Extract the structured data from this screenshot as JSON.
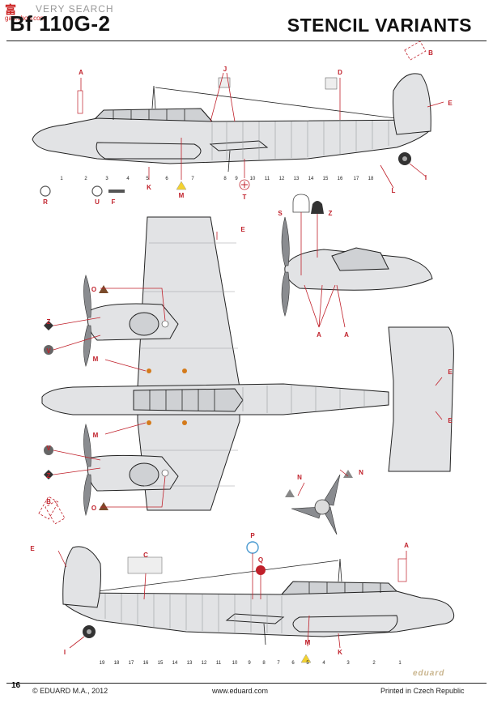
{
  "header": {
    "model": "Bf 110G-2",
    "title": "STENCIL VARIANTS",
    "watermark_a": "富",
    "watermark_b": "VERY SEARCH",
    "watermark_c": "gao.shop.com"
  },
  "footer": {
    "page": "16",
    "copyright": "© EDUARD M.A., 2012",
    "url": "www.eduard.com",
    "printed": "Printed in Czech Republic",
    "brand": "eduard"
  },
  "colors": {
    "label": "#c0202a",
    "airframe": "#e2e3e5",
    "outline": "#222222",
    "panel": "#8a8c90"
  },
  "side_top": {
    "labels": [
      "A",
      "J",
      "D",
      "B",
      "E",
      "R",
      "U",
      "F",
      "K",
      "M",
      "T",
      "L",
      "I"
    ],
    "numbers": [
      "1",
      "2",
      "3",
      "4",
      "5",
      "6",
      "7",
      "8",
      "9",
      "10",
      "11",
      "12",
      "13",
      "14",
      "15",
      "16",
      "17",
      "18"
    ]
  },
  "plan_view": {
    "labels": [
      "O",
      "Z",
      "V",
      "M",
      "M",
      "V",
      "Z",
      "O",
      "E",
      "E",
      "E",
      "S",
      "Z",
      "A",
      "A",
      "N",
      "N",
      "B",
      "E"
    ]
  },
  "side_bottom": {
    "labels": [
      "C",
      "P",
      "Q",
      "A",
      "M",
      "K",
      "I"
    ],
    "numbers": [
      "19",
      "18",
      "17",
      "16",
      "15",
      "14",
      "13",
      "12",
      "11",
      "10",
      "9",
      "8",
      "7",
      "6",
      "5",
      "4",
      "3",
      "2",
      "1"
    ]
  }
}
